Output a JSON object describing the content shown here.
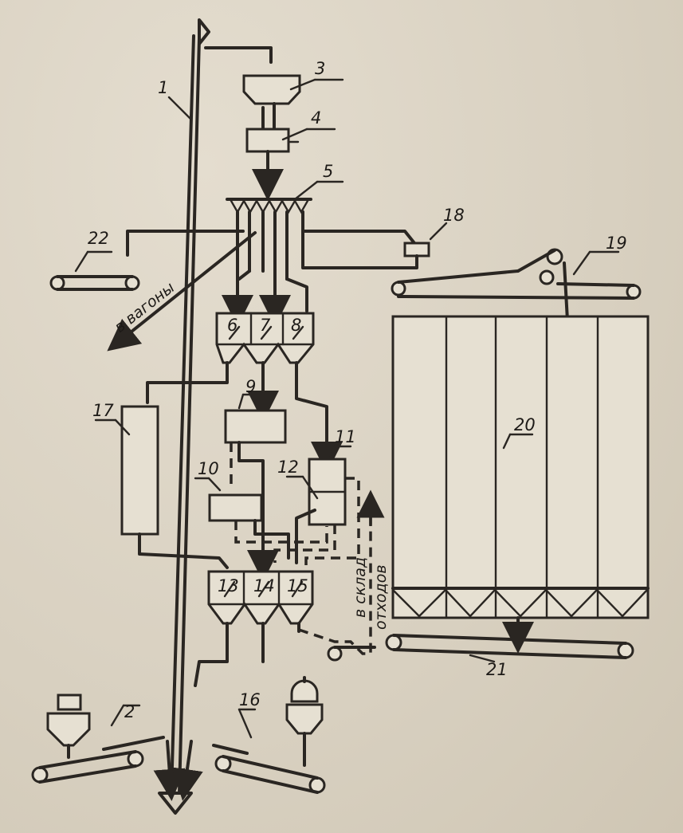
{
  "labels": {
    "n1": "1",
    "n2": "2",
    "n3": "3",
    "n4": "4",
    "n5": "5",
    "n6": "6",
    "n7": "7",
    "n8": "8",
    "n9": "9",
    "n10": "10",
    "n11": "11",
    "n12": "12",
    "n13": "13",
    "n14": "14",
    "n15": "15",
    "n16": "16",
    "n17": "17",
    "n18": "18",
    "n19": "19",
    "n20": "20",
    "n21": "21",
    "n22": "22"
  },
  "annotations": {
    "to_wagons": "в вагоны",
    "to_waste_line1": "в склад",
    "to_waste_line2": "отходов"
  },
  "colors": {
    "ink": "#2a2622",
    "paper": "#ddd6c8"
  }
}
